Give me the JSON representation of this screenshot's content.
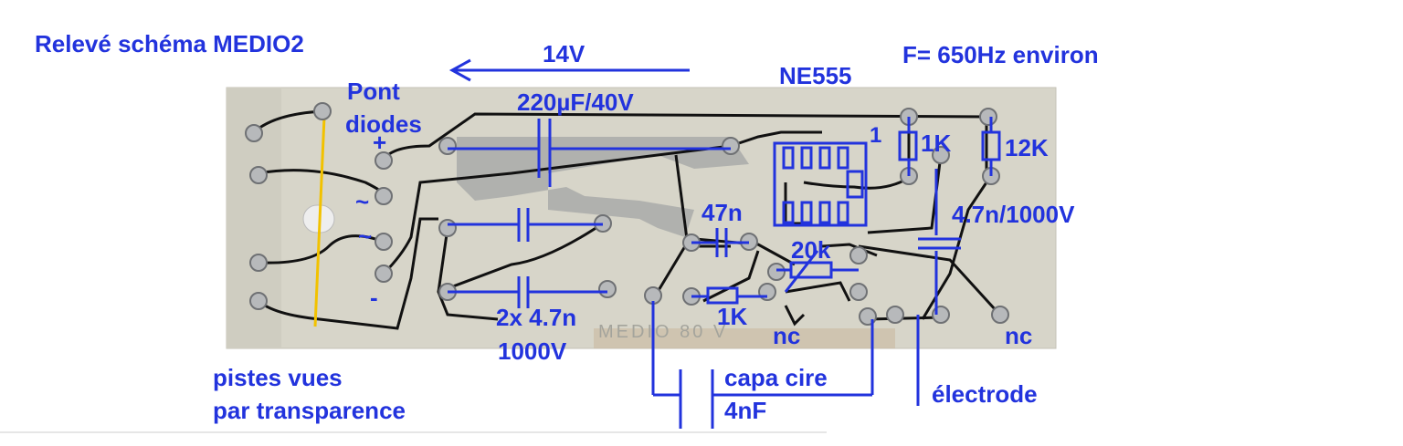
{
  "labels": {
    "title": "Relevé schéma MEDIO2",
    "voltage": "14V",
    "frequency": "F= 650Hz environ",
    "ic": "NE555",
    "bridge_line1": "Pont",
    "bridge_line2": "diodes",
    "cap_main": "220µF/40V",
    "plus": "+",
    "tilde1": "~",
    "tilde2": "~",
    "minus": "-",
    "pin1": "1",
    "r_1k_top": "1K",
    "r_12k": "12K",
    "cap_47n": "47n",
    "cap_hv": "4.7n/1000V",
    "pot_20k": "20k",
    "r_1k_bottom": "1K",
    "nc_left": "nc",
    "nc_right": "nc",
    "caps_pair_line1": "2x 4.7n",
    "caps_pair_line2": "1000V",
    "wax_cap_line1": "capa cire",
    "wax_cap_line2": "4nF",
    "electrode": "électrode",
    "note_line1": "pistes vues",
    "note_line2": "par transparence",
    "board_print": "MEDIO 80 V"
  },
  "colors": {
    "annotation": "#2233dd",
    "track": "#111111",
    "board": "#d9d7cc",
    "pad": "#b9bbbd",
    "highlight_wire": "#f2c200"
  }
}
